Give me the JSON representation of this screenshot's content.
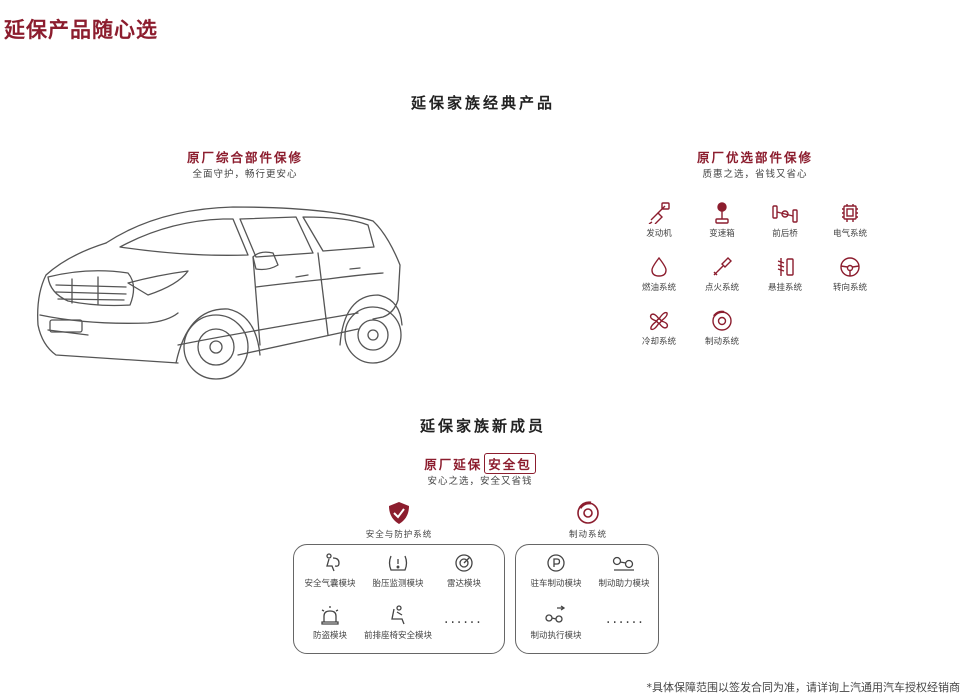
{
  "page": {
    "title": "延保产品随心选"
  },
  "classic": {
    "title": "延保家族经典产品",
    "comprehensive": {
      "title": "原厂综合部件保修",
      "desc": "全面守护，畅行更安心"
    },
    "preferred": {
      "title": "原厂优选部件保修",
      "desc": "质惠之选，省钱又省心",
      "parts": [
        {
          "label": "发动机",
          "icon": "engine-icon"
        },
        {
          "label": "变速箱",
          "icon": "gear-shifter-icon"
        },
        {
          "label": "前后桥",
          "icon": "axle-icon"
        },
        {
          "label": "电气系统",
          "icon": "chip-icon"
        },
        {
          "label": "燃油系统",
          "icon": "fuel-drop-icon"
        },
        {
          "label": "点火系统",
          "icon": "spark-plug-icon"
        },
        {
          "label": "悬挂系统",
          "icon": "suspension-icon"
        },
        {
          "label": "转向系统",
          "icon": "steering-wheel-icon"
        },
        {
          "label": "冷却系统",
          "icon": "cooling-fan-icon"
        },
        {
          "label": "制动系统",
          "icon": "brake-disc-icon"
        }
      ]
    }
  },
  "new_member": {
    "title": "延保家族新成员",
    "product": {
      "title_prefix": "原厂延保",
      "title_badge": "安全包",
      "desc": "安心之选，安全又省钱"
    },
    "safety": {
      "title": "安全与防护系统",
      "icon": "shield-check-icon",
      "modules": [
        {
          "label": "安全气囊模块",
          "icon": "airbag-icon"
        },
        {
          "label": "胎压监测模块",
          "icon": "tire-pressure-icon"
        },
        {
          "label": "雷达模块",
          "icon": "radar-icon"
        },
        {
          "label": "防盗模块",
          "icon": "alarm-icon"
        },
        {
          "label": "前排座椅安全模块",
          "icon": "seat-icon"
        }
      ],
      "more": "······"
    },
    "brake": {
      "title": "制动系统",
      "icon": "brake-disc-icon",
      "modules": [
        {
          "label": "驻车制动模块",
          "icon": "parking-brake-icon"
        },
        {
          "label": "制动助力模块",
          "icon": "brake-booster-icon"
        },
        {
          "label": "制动执行模块",
          "icon": "brake-actuator-icon"
        }
      ],
      "more": "······"
    }
  },
  "footnote": "*具体保障范围以签发合同为准，请详询上汽通用汽车授权经销商",
  "colors": {
    "accent": "#8c1d2e",
    "text": "#333333",
    "border": "#666666"
  }
}
